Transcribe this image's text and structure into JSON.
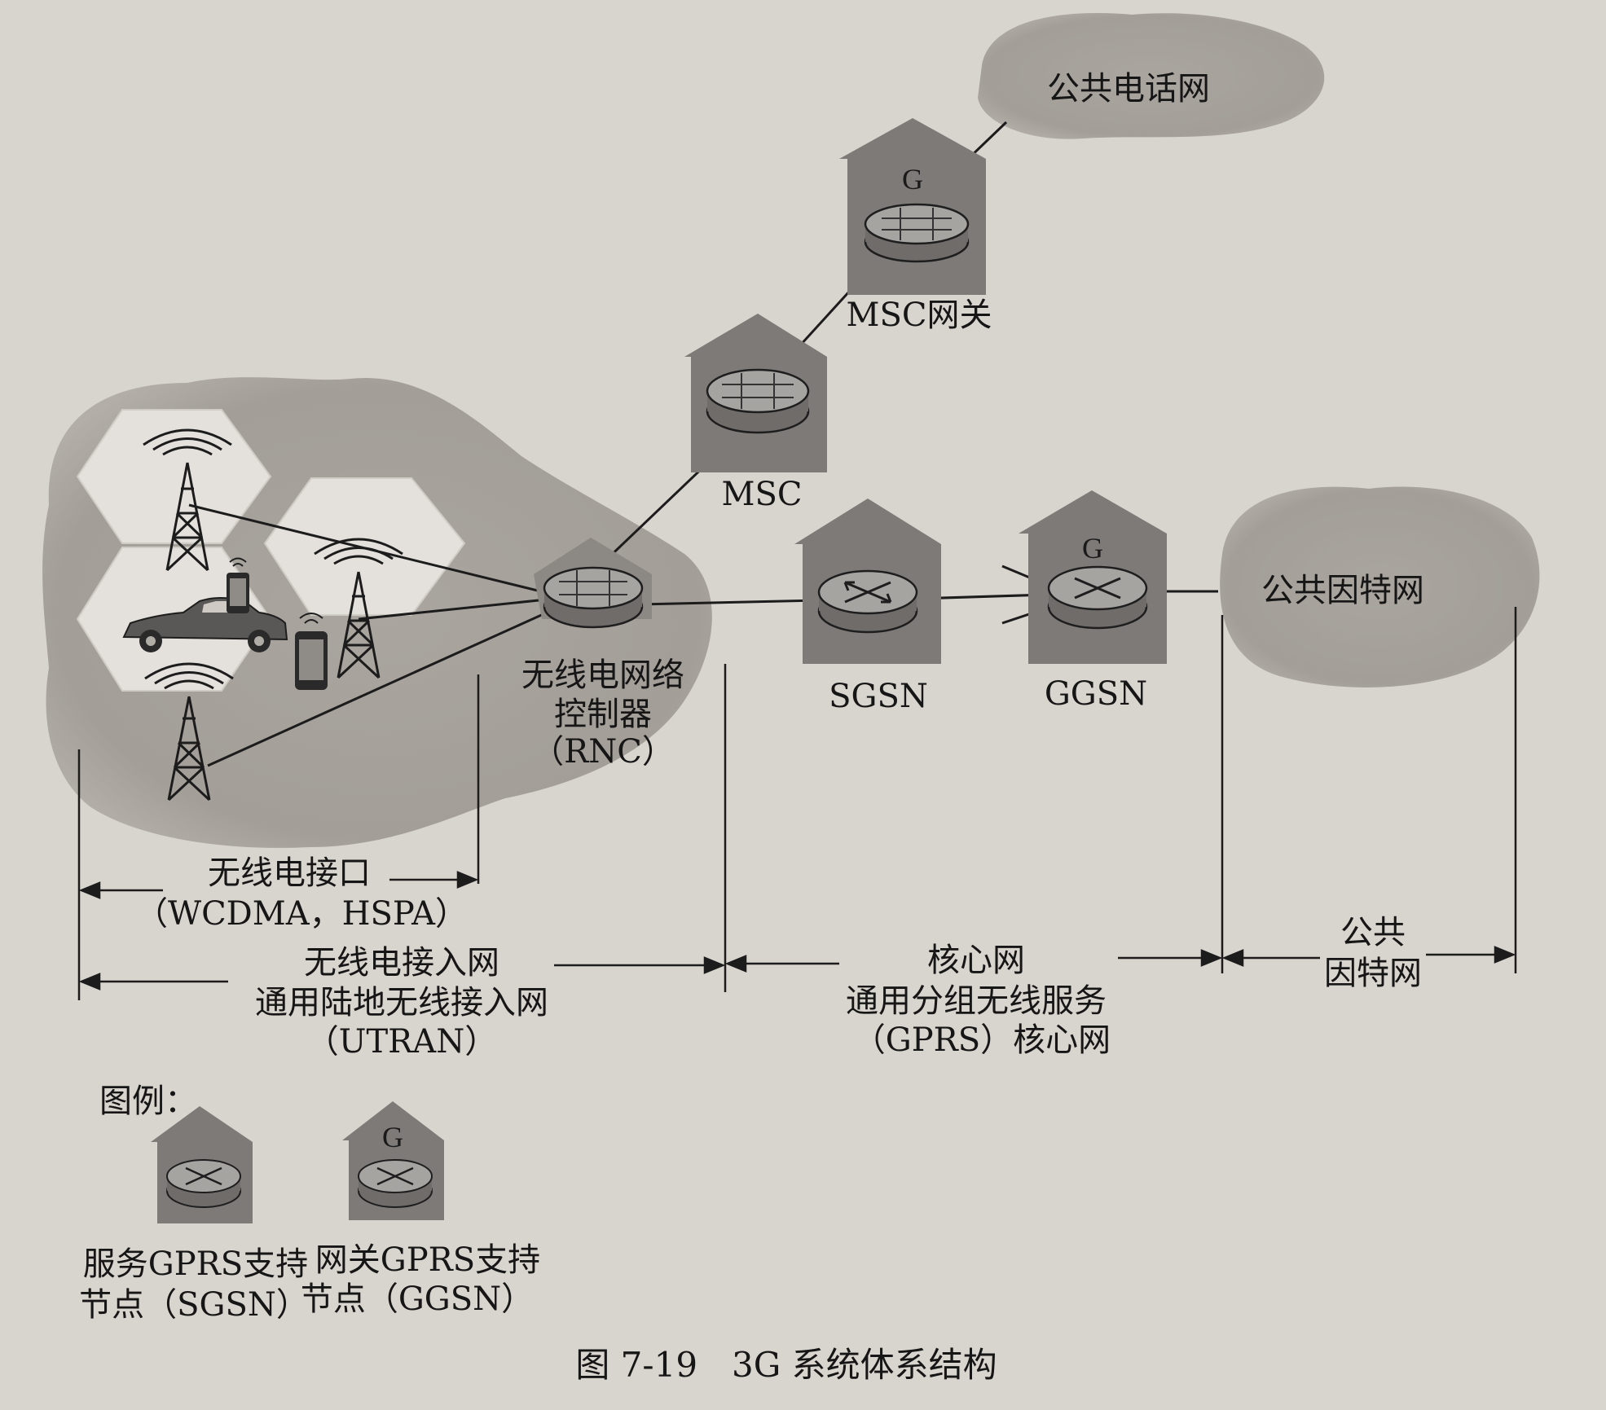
{
  "labels": {
    "pstn": "公共电话网",
    "msc_gateway": "MSC网关",
    "msc": "MSC",
    "rnc_line1": "无线电网络",
    "rnc_line2": "控制器",
    "rnc_line3": "（RNC）",
    "sgsn": "SGSN",
    "ggsn": "GGSN",
    "internet": "公共因特网",
    "gateway_mark": "G",
    "legend_gateway_mark": "G"
  },
  "spans": {
    "air_interface_line1": "无线电接口",
    "air_interface_line2": "（WCDMA，HSPA）",
    "ran_line1": "无线电接入网",
    "ran_line2": "通用陆地无线接入网",
    "ran_line3": "（UTRAN）",
    "core_line1": "核心网",
    "core_line2": "通用分组无线服务",
    "core_line3": "（GPRS）核心网",
    "public_line1": "公共",
    "public_line2": "因特网"
  },
  "legend": {
    "title": "图例：",
    "sgsn_line1": "服务GPRS支持",
    "sgsn_line2": "节点（SGSN）",
    "ggsn_line1": "网关GPRS支持",
    "ggsn_line2": "节点（GGSN）"
  },
  "caption": "图 7-19　3G 系统体系结构",
  "colors": {
    "page": "#d8d4ce",
    "cloud": "#a7a29c",
    "building": "#7d7a77",
    "hexagon": "#e4e1dc",
    "router": "#9a9896",
    "ink": "#161616"
  }
}
